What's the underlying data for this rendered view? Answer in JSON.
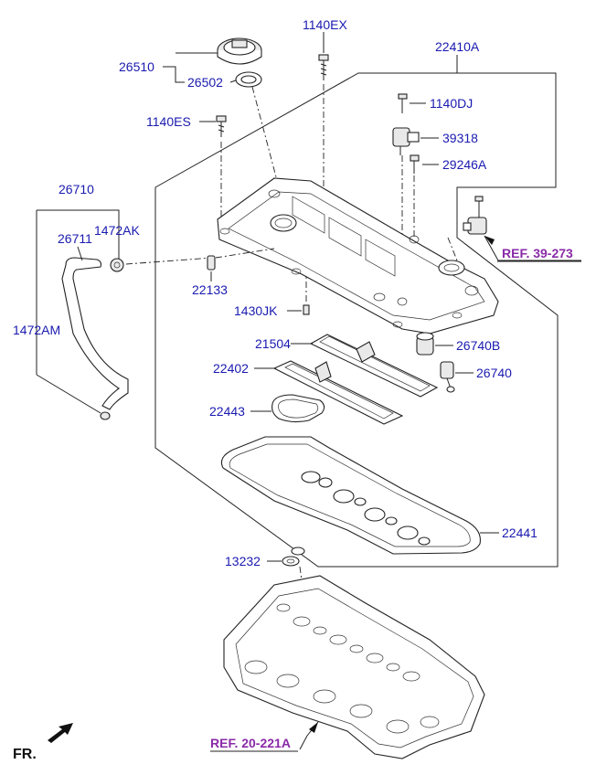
{
  "labels": {
    "p26510": "26510",
    "p26502": "26502",
    "p1140EX": "1140EX",
    "p22410A": "22410A",
    "p1140DJ": "1140DJ",
    "p39318": "39318",
    "p29246A": "29246A",
    "p1140ES": "1140ES",
    "p26710": "26710",
    "p1472AK": "1472AK",
    "p26711": "26711",
    "p22133": "22133",
    "p1430JK": "1430JK",
    "p1472AM": "1472AM",
    "p21504": "21504",
    "p26740B": "26740B",
    "p22402": "22402",
    "p26740": "26740",
    "p22443": "22443",
    "p22441": "22441",
    "p13232": "13232",
    "ref39": "REF. 39-273",
    "ref20": "REF. 20-221A",
    "fr": "FR."
  },
  "colors": {
    "label": "#1a1ab0",
    "reference": "#8a2ba8",
    "line": "#222222"
  },
  "icons": {
    "direction_arrow": "front-direction-arrow-icon"
  }
}
